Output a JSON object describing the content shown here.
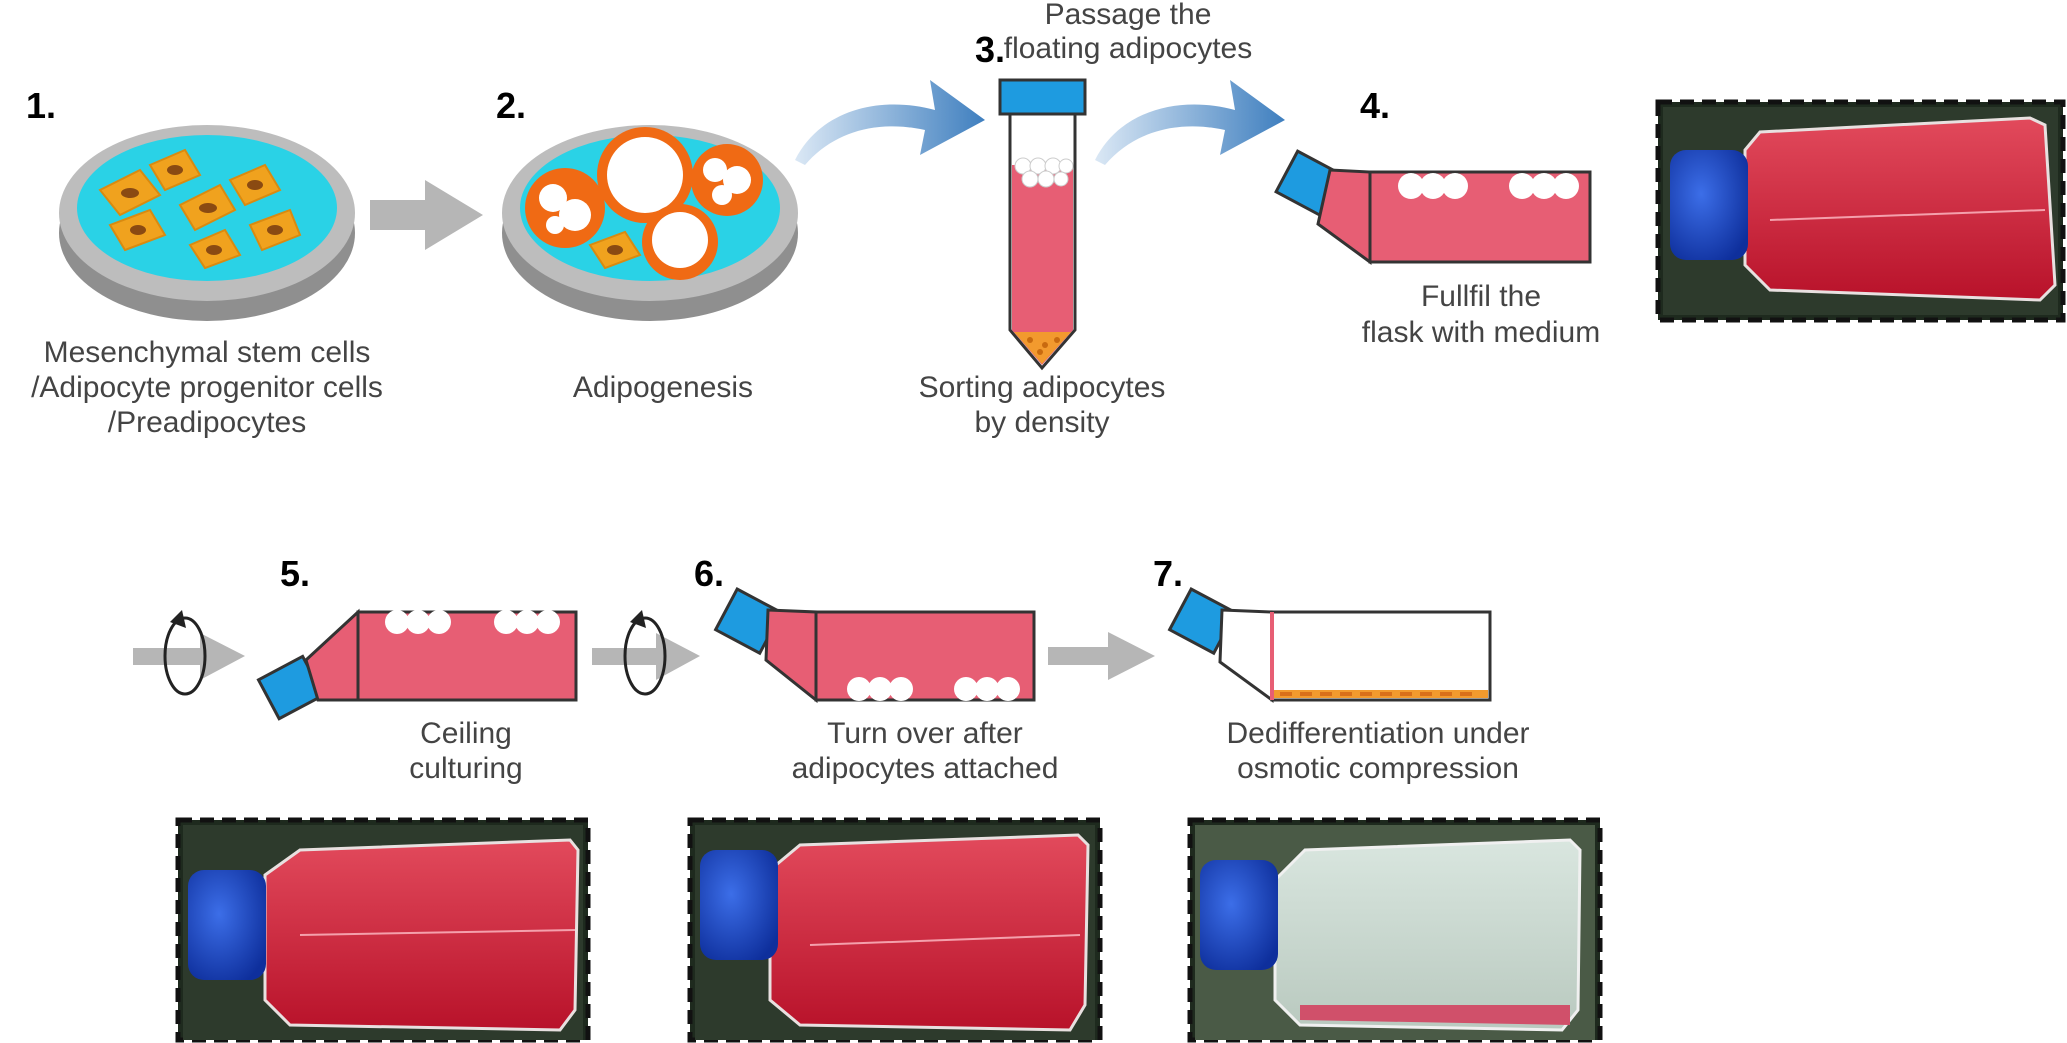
{
  "colors": {
    "dish_medium": "#2ad2e6",
    "dish_rim": "#a9a9a9",
    "cell_fill": "#f0a21e",
    "nucleus": "#8a4a12",
    "adipocyte_ring": "#f06a14",
    "flask_medium": "#e75e74",
    "cap": "#1e9be0",
    "arrow_gray": "#b6b6b6",
    "curved_arrow": "#4a86c0",
    "sediment": "#f29a2e",
    "label_text": "#444444"
  },
  "steps": [
    {
      "number": "1.",
      "label_lines": [
        "Mesenchymal stem cells",
        "/Adipocyte progenitor cells",
        "/Preadipocytes"
      ]
    },
    {
      "number": "2.",
      "label_lines": [
        "Adipogenesis"
      ]
    },
    {
      "number": "3.",
      "label_lines": [
        "Sorting adipocytes",
        "by density"
      ],
      "top_lines": [
        "Passage the",
        "floating adipocytes"
      ]
    },
    {
      "number": "4.",
      "label_lines": [
        "Fullfil the",
        "flask with medium"
      ]
    },
    {
      "number": "5.",
      "label_lines": [
        "Ceiling",
        "culturing"
      ]
    },
    {
      "number": "6.",
      "label_lines": [
        "Turn over after",
        "adipocytes attached"
      ]
    },
    {
      "number": "7.",
      "label_lines": [
        "Dedifferentiation under",
        "osmotic compression"
      ]
    }
  ],
  "icons": {
    "step_arrow": "gray-right-arrow-icon",
    "rotate": "rotate-arrow-icon",
    "curved": "curved-blue-arrow-icon"
  }
}
